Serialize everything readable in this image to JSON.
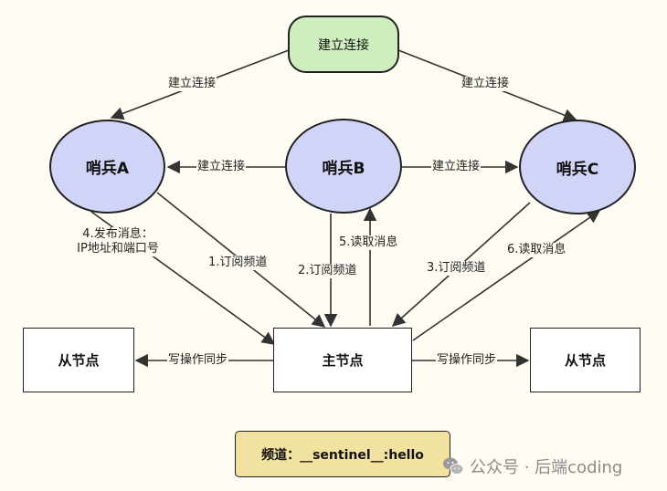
{
  "nodes": {
    "start": "建立连接",
    "sentinel_a": "哨兵A",
    "sentinel_b": "哨兵B",
    "sentinel_c": "哨兵C",
    "slave_left": "从节点",
    "master": "主节点",
    "slave_right": "从节点"
  },
  "edges": {
    "start_to_a": "建立连接",
    "start_to_c": "建立连接",
    "b_to_a": "建立连接",
    "b_to_c": "建立连接",
    "a_publish_line1": "4.发布消息：",
    "a_publish_line2": "IP地址和端口号",
    "a_subscribe": "1.订阅频道",
    "b_subscribe": "2.订阅频道",
    "b_read": "5.读取消息",
    "c_subscribe": "3.订阅频道",
    "c_read": "6.读取消息",
    "sync_left": "写操作同步",
    "sync_right": "写操作同步"
  },
  "channel": "频道：__sentinel__:hello",
  "watermark": {
    "text": "公众号 · 后端coding",
    "icon": "wechat-icon"
  },
  "colors": {
    "background": "#fffdf3",
    "start_fill": "#cdeebd",
    "sentinel_fill": "#d0d4f6",
    "channel_fill": "#f1e29f",
    "line": "#333333"
  }
}
